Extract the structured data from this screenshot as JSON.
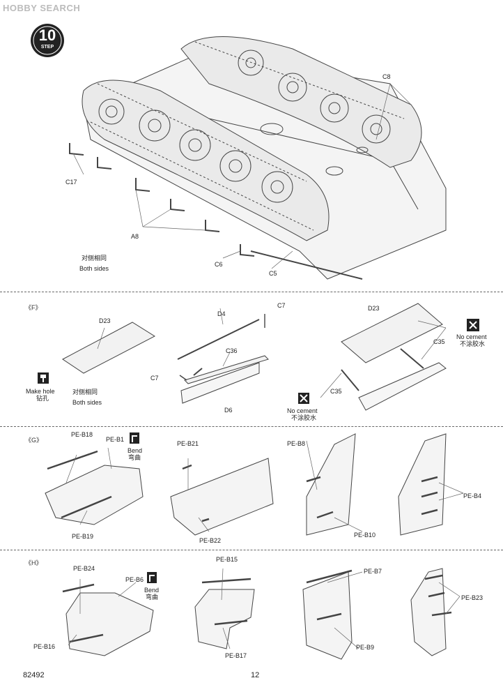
{
  "watermark": "HOBBY SEARCH",
  "step": {
    "number": "10",
    "label": "STEP"
  },
  "step10": {
    "parts": {
      "C8": "C8",
      "C17": "C17",
      "A8": "A8",
      "C6": "C6",
      "C5": "C5"
    },
    "note_cn": "对侧相同",
    "note_en": "Both sides"
  },
  "sectionF": {
    "marker": "《F》",
    "sub1": {
      "D23": "D23",
      "make_hole_en": "Make hole",
      "make_hole_cn": "钻孔",
      "note_cn": "对侧相同",
      "note_en": "Both sides"
    },
    "sub2": {
      "D4": "D4",
      "C7a": "C7",
      "C36": "C36",
      "C7b": "C7",
      "D6": "D6"
    },
    "sub3": {
      "D23": "D23",
      "C35a": "C35",
      "C35b": "C35",
      "no_cement_en": "No cement",
      "no_cement_cn": "不涂胶水"
    }
  },
  "sectionG": {
    "marker": "《G》",
    "sub1": {
      "PE-B18": "PE-B18",
      "PE-B1": "PE-B1",
      "PE-B19": "PE-B19",
      "bend_en": "Bend",
      "bend_cn": "弯曲"
    },
    "sub2": {
      "PE-B21": "PE-B21",
      "PE-B22": "PE-B22"
    },
    "sub3": {
      "PE-B8": "PE-B8",
      "PE-B10": "PE-B10"
    },
    "sub4": {
      "PE-B4": "PE-B4"
    }
  },
  "sectionH": {
    "marker": "《H》",
    "sub1": {
      "PE-B24": "PE-B24",
      "PE-B6": "PE-B6",
      "PE-B16": "PE-B16",
      "bend_en": "Bend",
      "bend_cn": "弯曲"
    },
    "sub2": {
      "PE-B15": "PE-B15",
      "PE-B17": "PE-B17"
    },
    "sub3": {
      "PE-B7": "PE-B7",
      "PE-B9": "PE-B9"
    },
    "sub4": {
      "PE-B23": "PE-B23"
    }
  },
  "footer": {
    "kit_number": "82492",
    "page_number": "12"
  }
}
